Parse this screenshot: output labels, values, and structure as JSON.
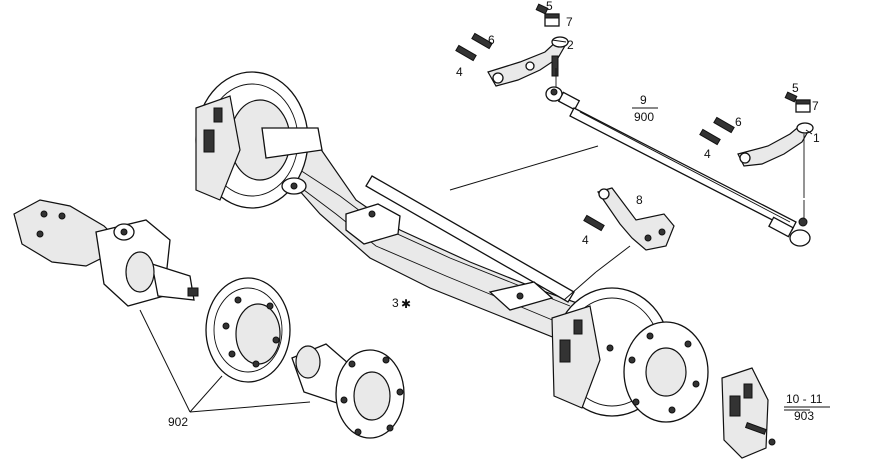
{
  "callouts": {
    "c1": "1",
    "c2": "2",
    "c3": "3",
    "c4a": "4",
    "c4b": "4",
    "c4c": "4",
    "c5a": "5",
    "c5b": "5",
    "c6a": "6",
    "c6b": "6",
    "c7a": "7",
    "c7b": "7",
    "c8": "8",
    "c902": "902",
    "c9_top": "9",
    "c9_bottom": "900",
    "c10_top": "10 - 11",
    "c10_bottom": "903"
  },
  "symbols": {
    "asterisk": "✱"
  }
}
